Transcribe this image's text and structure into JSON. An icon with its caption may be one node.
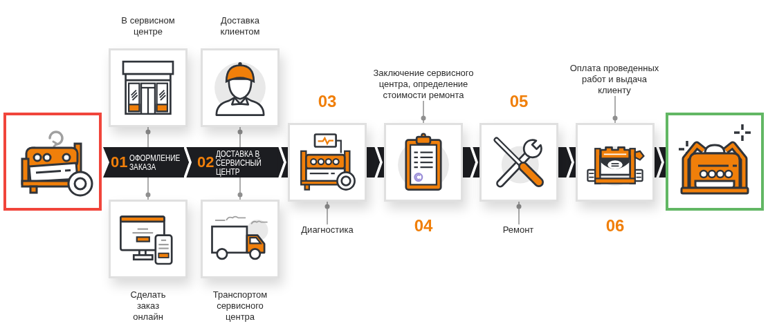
{
  "diagram": {
    "nodes": [
      {
        "text": [],
        "shape": "picture"
      },
      {
        "text": [
          "В сервисном центре"
        ]
      },
      {
        "text": [
          "01",
          "ОФОРМЛЕНИЕ ЗАКАЗА"
        ]
      },
      {
        "text": [
          "Сделать заказ онлайн"
        ]
      },
      {
        "text": [
          "Доставка клиентом"
        ]
      },
      {
        "text": [
          "02",
          "ДОСТАВКА В СЕРВИСНЫЙ ЦЕНТР"
        ]
      },
      {
        "text": [
          "Транспортом сервисного центра"
        ]
      },
      {
        "text": [
          "03"
        ]
      },
      {
        "text": [
          "Диагностика"
        ]
      },
      {
        "text": [
          "Заключение сервисного центра, определение стоимости ремонта"
        ]
      },
      {
        "text": [
          "04"
        ]
      },
      {
        "text": [
          "05"
        ]
      },
      {
        "text": [
          "Ремонт"
        ]
      },
      {
        "text": [
          "Оплата проведенных работ и выдача клиенту"
        ]
      },
      {
        "text": [
          "06"
        ]
      },
      {
        "text": [],
        "shape": "picture"
      }
    ],
    "edges": [
      {
        "from": 2,
        "to": 5,
        "arrow": "to",
        "style": "thick",
        "color": "#1c1d21"
      },
      {
        "from": 5,
        "to": 7,
        "arrow": "to",
        "style": "thick",
        "color": "#1c1d21"
      },
      {
        "from": 7,
        "to": 10,
        "arrow": "to",
        "style": "thick",
        "color": "#1c1d21"
      },
      {
        "from": 10,
        "to": 11,
        "arrow": "to",
        "style": "thick",
        "color": "#1c1d21"
      },
      {
        "from": 11,
        "to": 14,
        "arrow": "to",
        "style": "thick",
        "color": "#1c1d21"
      },
      {
        "from": 14,
        "to": 15,
        "arrow": "to",
        "style": "thick",
        "color": "#1c1d21"
      },
      {
        "from": 2,
        "to": 1,
        "arrow": "other"
      },
      {
        "from": 2,
        "to": 3,
        "arrow": "other"
      },
      {
        "from": 5,
        "to": 4,
        "arrow": "other"
      },
      {
        "from": 5,
        "to": 6,
        "arrow": "other"
      },
      {
        "from": 8,
        "to": 7,
        "arrow": "other"
      },
      {
        "from": 9,
        "to": 10,
        "arrow": "other"
      },
      {
        "from": 12,
        "to": 11,
        "arrow": "other"
      },
      {
        "from": 13,
        "to": 14,
        "arrow": "other"
      }
    ]
  }
}
